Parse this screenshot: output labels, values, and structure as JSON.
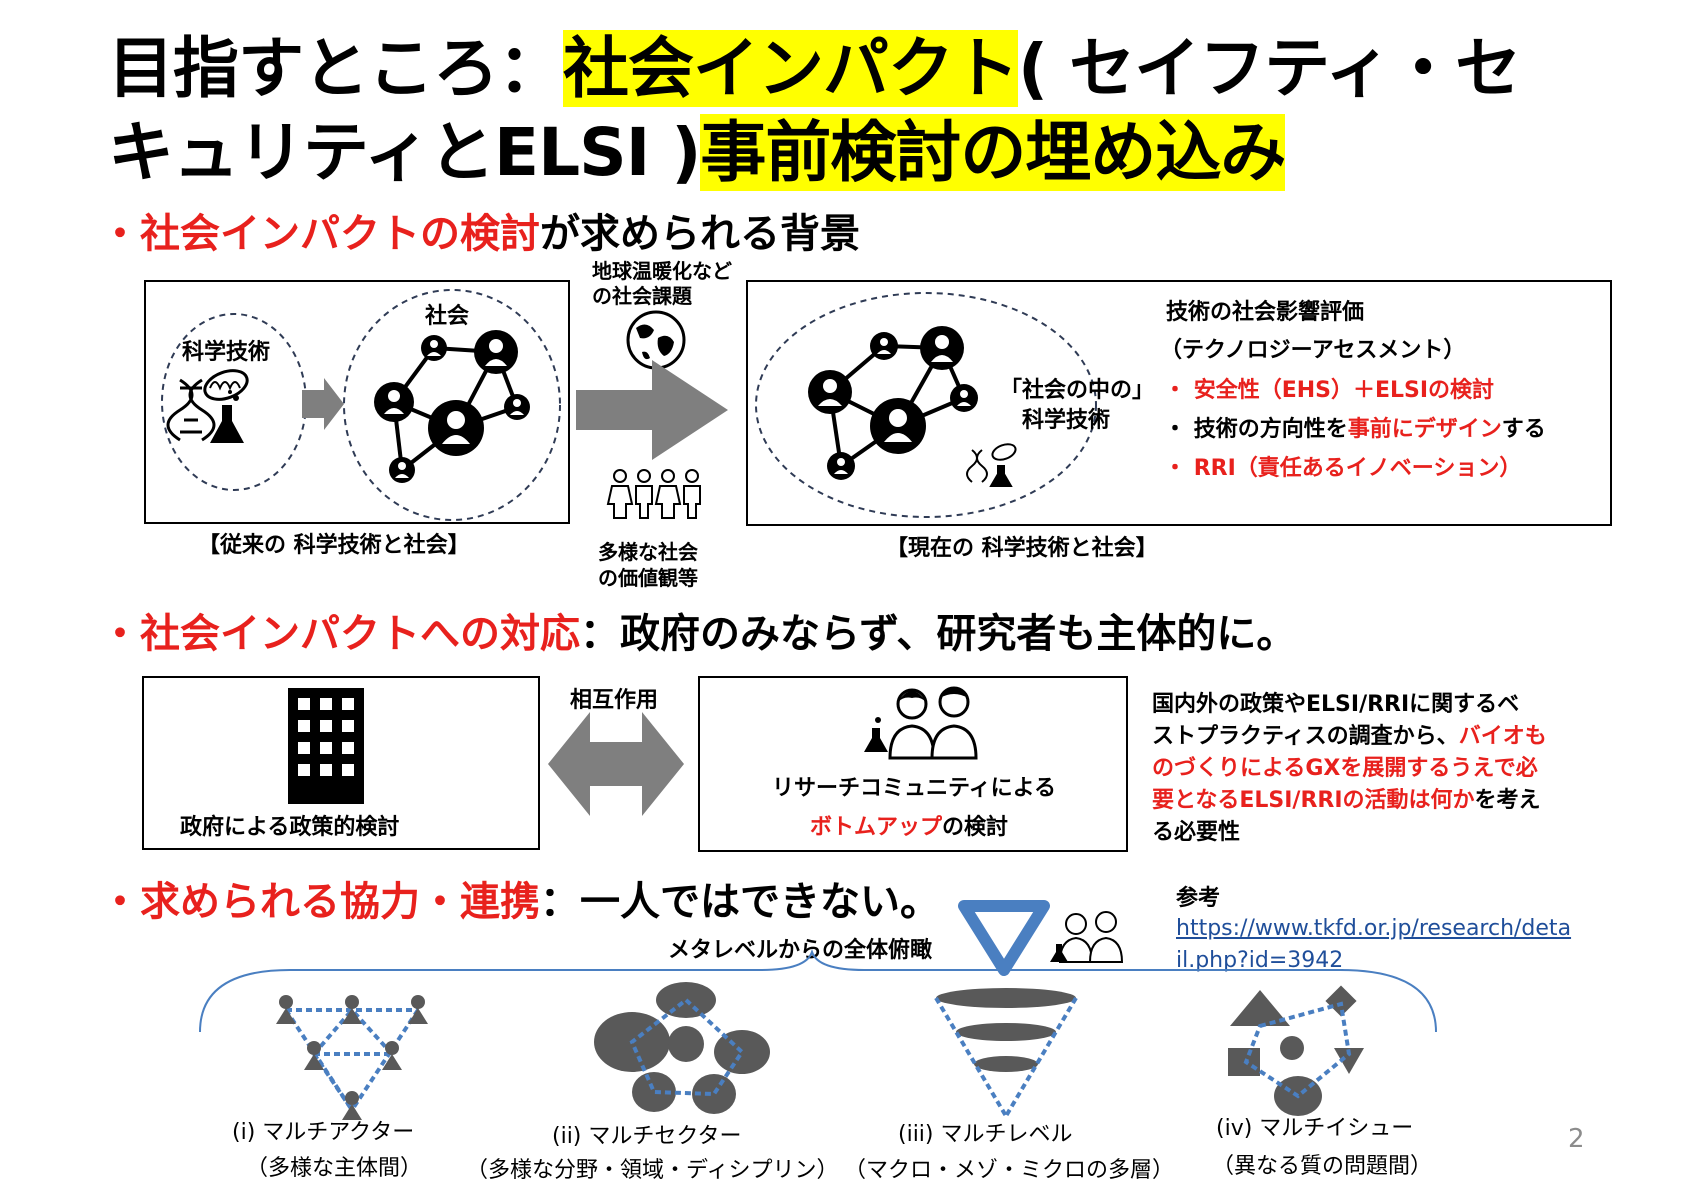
{
  "title": {
    "line1_plain": "目指すところ：",
    "line1_hl": "社会インパクト",
    "line1_rest": "( セイフティ・セ",
    "line2_plain": "キュリティとELSI )",
    "line2_hl": "事前検討の埋め込み"
  },
  "section1": {
    "heading_red": "社会インパクトの検討",
    "heading_rest": "が求められる背景",
    "left_box": {
      "science_label": "科学技術",
      "society_label": "社会",
      "caption": "【従来の 科学技術と社会】"
    },
    "middle": {
      "top_text_1": "地球温暖化など",
      "top_text_2": "の社会課題",
      "bottom_text_1": "多様な社会",
      "bottom_text_2": "の価値観等"
    },
    "right_box": {
      "inner_label_1": "「社会の中の」",
      "inner_label_2": "科学技術",
      "heading_1": "技術の社会影響評価",
      "heading_2": "（テクノロジーアセスメント）",
      "bullet1": "安全性（EHS）＋ELSIの検討",
      "bullet2_a": "技術の方向性を",
      "bullet2_b": "事前にデザイン",
      "bullet2_c": "する",
      "bullet3": "RRI（責任あるイノベーション）",
      "bullet_mark": "・",
      "caption": "【現在の 科学技術と社会】"
    }
  },
  "section2": {
    "heading_red": "社会インパクトへの対応",
    "heading_rest": "：政府のみならず、研究者も主体的に。",
    "gov_label": "政府による政策的検討",
    "interaction_label": "相互作用",
    "research_label_1": "リサーチコミュニティによる",
    "research_label_2a": "ボトムアップ",
    "research_label_2b": "の検討",
    "side_text": {
      "l1": "国内外の政策やELSI/RRIに関するベ",
      "l2a": "ストプラクティスの調査から、",
      "l2b": "バイオも",
      "l3": "のづくりによるGXを展開するうえで必",
      "l4a": "要となるELSI/RRIの活動は何か",
      "l4b": "を考え",
      "l5": "る必要性"
    }
  },
  "section3": {
    "heading_red": "求められる協力・連携",
    "heading_rest": "：一人ではできない。",
    "meta_label": "メタレベルからの全体俯瞰",
    "ref_label": "参考",
    "ref_link_1": "https://www.tkfd.or.jp/research/deta",
    "ref_link_2": "il.php?id=3942",
    "items": [
      {
        "label": "(i) マルチアクター",
        "sub": "（多様な主体間）"
      },
      {
        "label": "(ii) マルチセクター",
        "sub": "（多様な分野・領域・ディシプリン）"
      },
      {
        "label": "(iii) マルチレベル",
        "sub": "（マクロ・メゾ・ミクロの多層）"
      },
      {
        "label": "(iv) マルチイシュー",
        "sub": "（異なる質の問題間）"
      }
    ]
  },
  "bullet_symbol": "・",
  "page_number": "2",
  "colors": {
    "highlight": "#ffff00",
    "accent_red": "#e8211d",
    "link_blue": "#1f4e9a",
    "diagram_blue": "#4a7fc1",
    "gray": "#595959"
  }
}
